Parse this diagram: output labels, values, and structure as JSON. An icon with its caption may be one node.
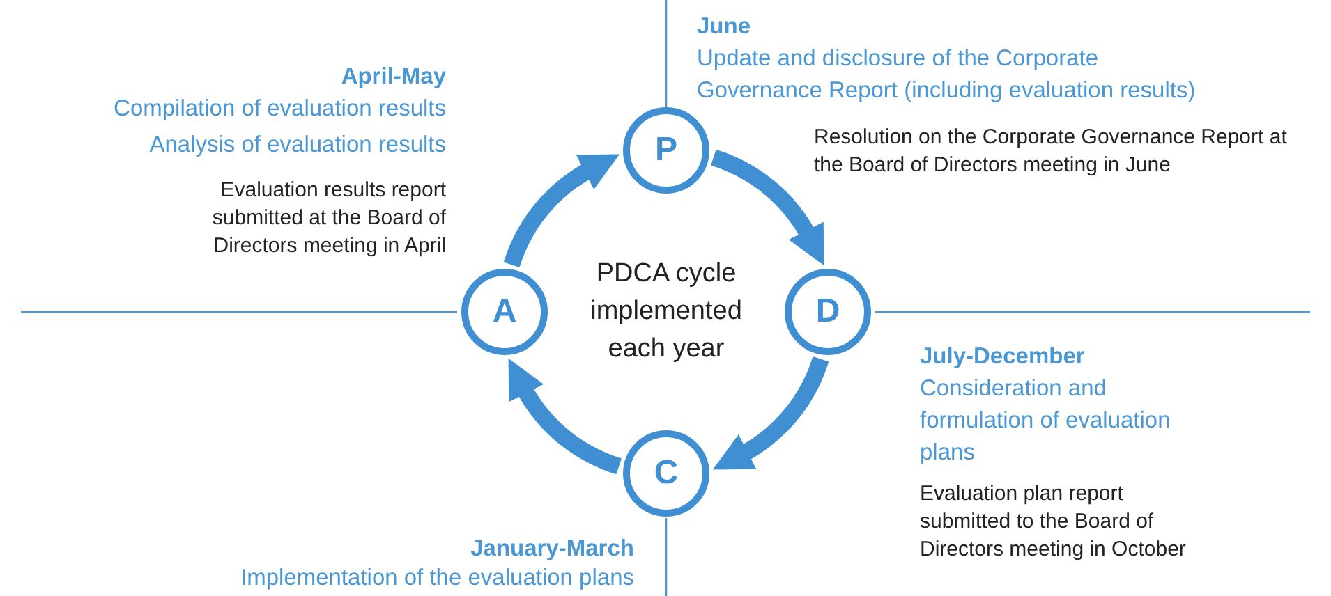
{
  "diagram": {
    "nodes": [
      {
        "text": [
          "P"
        ]
      },
      {
        "text": [
          "D"
        ]
      },
      {
        "text": [
          "C"
        ]
      },
      {
        "text": [
          "A"
        ]
      }
    ],
    "edges": [
      {
        "from": 0,
        "to": 1,
        "arrow": "to"
      },
      {
        "from": 1,
        "to": 2,
        "arrow": "to"
      },
      {
        "from": 2,
        "to": 3,
        "arrow": "to"
      },
      {
        "from": 3,
        "to": 0,
        "arrow": "to"
      }
    ],
    "labels": [
      "June",
      "Update and disclosure of the Corporate Governance Report (including evaluation results)",
      "April-May",
      "Compilation of evaluation results",
      "Analysis of evaluation results",
      "Resolution on the Corporate Governance Report at the Board of Directors meeting in June",
      "Evaluation results report submitted at the Board of Directors meeting in April",
      "PDCA cycle implemented each year",
      "July-December",
      "Consideration and formulation of evaluation plans",
      "Evaluation plan report submitted to the Board of Directors meeting in October",
      "January-March",
      "Implementation of the evaluation plans"
    ]
  }
}
